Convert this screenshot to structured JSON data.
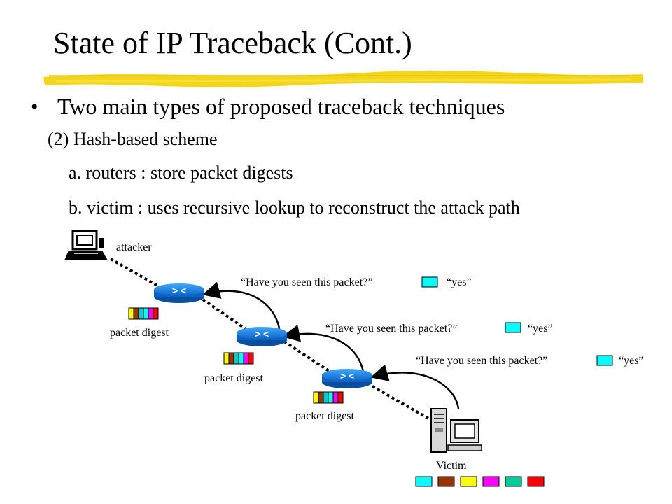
{
  "slide": {
    "title": "State of IP Traceback (Cont.)",
    "bullet": "Two main types of proposed traceback techniques",
    "sub1": "(2) Hash-based scheme",
    "sub2": "a. routers : store packet digests",
    "sub3": "b. victim : uses recursive lookup to reconstruct the attack path"
  },
  "diagram": {
    "attacker_label": "attacker",
    "victim_label": "Victim",
    "router_glyph": "> <",
    "query_text": "“Have you seen this packet?”",
    "answer_text": "“yes”",
    "digest_label": "packet digest",
    "digest_colors": [
      "#ffff00",
      "#993300",
      "#00cccc",
      "#00ffff",
      "#ff00ff",
      "#ff0000"
    ],
    "packet_colors": [
      "#00ffff",
      "#993300",
      "#ffff00",
      "#ff00ff",
      "#00cc99",
      "#ff0000"
    ],
    "highlight_color": "#f2d200",
    "router_color": "#1e90ff"
  }
}
